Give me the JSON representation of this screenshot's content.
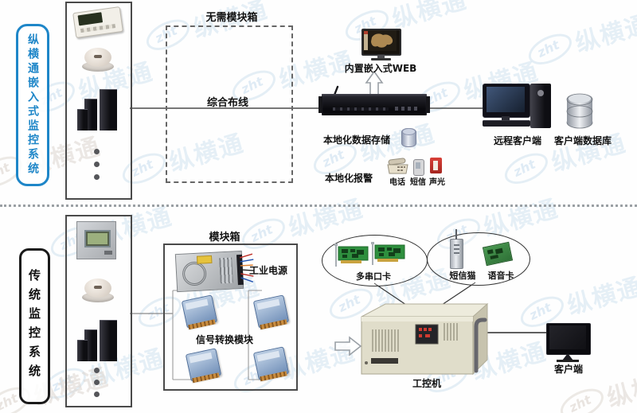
{
  "watermark": {
    "logo": "zht",
    "brand": "纵横通"
  },
  "colors": {
    "accent_blue": "#1e86c8",
    "watermark_blue": "#cfe2ef",
    "line": "#4a4a4a",
    "module_blue": "#6d8cb6",
    "card_green": "#2e8f3e",
    "alarm_red": "#c03028"
  },
  "top_system": {
    "system_label": "纵横通嵌入式监控系统",
    "no_module_box_label": "无需模块箱",
    "wiring_label": "综合布线",
    "embedded_web_label": "内置嵌入式WEB",
    "local_storage_label": "本地化数据存储",
    "local_alarm_label": "本地化报警",
    "alarm_items": [
      {
        "label": "电话"
      },
      {
        "label": "短信"
      },
      {
        "label": "声光"
      }
    ],
    "remote_client_label": "远程客户端",
    "client_db_label": "客户端数据库"
  },
  "bottom_system": {
    "system_label": "传统监控系统",
    "module_box_label": "模块箱",
    "industrial_power_label": "工业电源",
    "signal_module_label": "信号转换模块",
    "serial_card_label": "多串口卡",
    "sms_modem_label": "短信猫",
    "voice_card_label": "语音卡",
    "ipc_label": "工控机",
    "client_label": "客户端"
  }
}
